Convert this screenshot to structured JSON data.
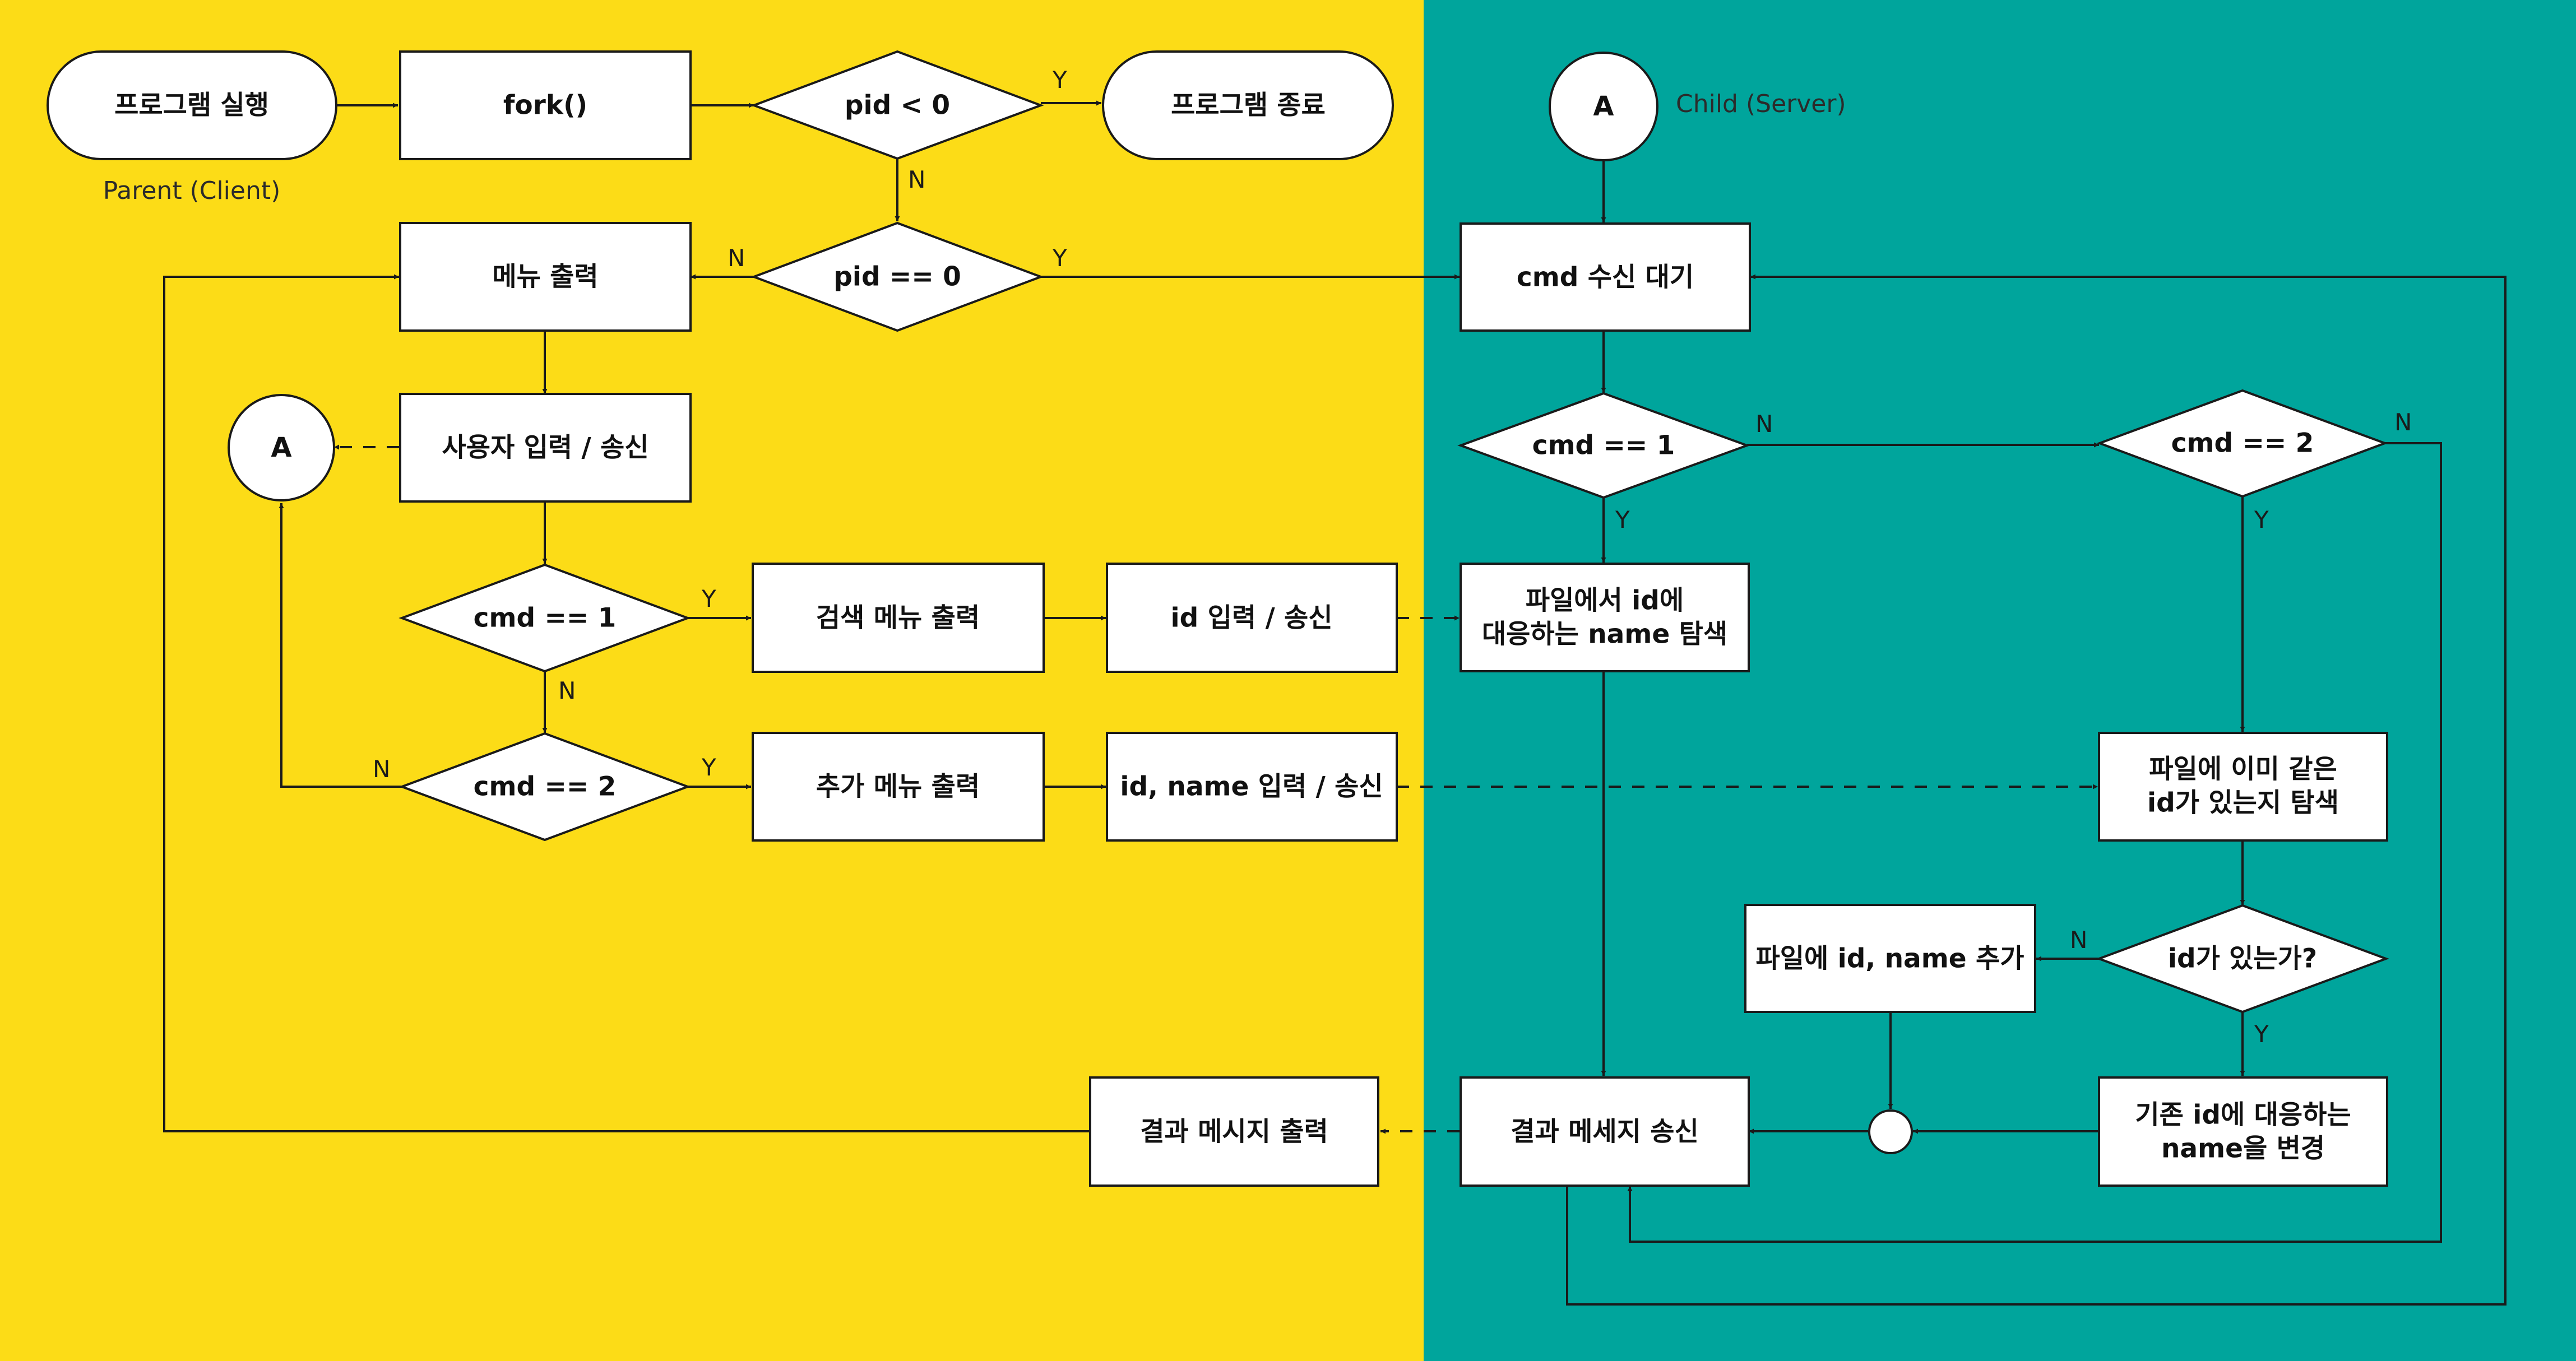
{
  "colors": {
    "client_bg": "#FCDC17",
    "server_bg": "#00A59C",
    "node_fill": "#FFFFFF",
    "line": "#1A1A1A"
  },
  "regions": {
    "client_label": "Parent (Client)",
    "server_label": "Child (Server)"
  },
  "nodes": {
    "start": "프로그램 실행",
    "fork": "fork()",
    "pid_lt0": "pid < 0",
    "end": "프로그램 종료",
    "pid_eq0": "pid == 0",
    "menu": "메뉴 출력",
    "user_input": "사용자 입력 / 송신",
    "client_cmd1": "cmd == 1",
    "client_cmd2": "cmd == 2",
    "search_menu": "검색 메뉴 출력",
    "id_input": "id 입력 / 송신",
    "add_menu": "추가 메뉴 출력",
    "idname_input": "id, name 입력 / 송신",
    "result_print": "결과 메시지 출력",
    "connector_a_client": "A",
    "connector_a_server": "A",
    "cmd_wait": "cmd 수신 대기",
    "server_cmd1": "cmd == 1",
    "server_cmd2": "cmd == 2",
    "search_file": [
      "파일에서 id에",
      "대응하는 name 탐색"
    ],
    "check_id_file": [
      "파일에 이미 같은",
      "id가 있는지 탐색"
    ],
    "id_exists": "id가 있는가?",
    "add_to_file": "파일에 id, name 추가",
    "update_name": [
      "기존 id에 대응하는",
      "name을 변경"
    ],
    "send_result": "결과 메세지 송신"
  },
  "edge_labels": {
    "pid_lt0_yes": "Y",
    "pid_lt0_no": "N",
    "pid_eq0_no": "N",
    "pid_eq0_yes": "Y",
    "client_cmd1_yes": "Y",
    "client_cmd1_no": "N",
    "client_cmd2_yes": "Y",
    "client_cmd2_no": "N",
    "server_cmd1_no": "N",
    "server_cmd1_yes": "Y",
    "server_cmd2_yes": "Y",
    "server_cmd2_no": "N",
    "id_exists_no": "N",
    "id_exists_yes": "Y"
  }
}
